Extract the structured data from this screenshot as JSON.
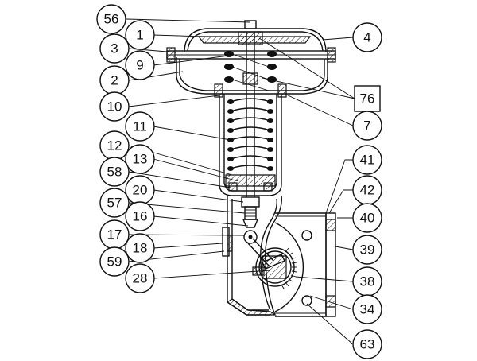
{
  "figure": {
    "callouts": [
      {
        "id": "56",
        "label": "56"
      },
      {
        "id": "1",
        "label": "1"
      },
      {
        "id": "3",
        "label": "3"
      },
      {
        "id": "9",
        "label": "9"
      },
      {
        "id": "2",
        "label": "2"
      },
      {
        "id": "10",
        "label": "10"
      },
      {
        "id": "11",
        "label": "11"
      },
      {
        "id": "12",
        "label": "12"
      },
      {
        "id": "13",
        "label": "13"
      },
      {
        "id": "58",
        "label": "58"
      },
      {
        "id": "20",
        "label": "20"
      },
      {
        "id": "57",
        "label": "57"
      },
      {
        "id": "16",
        "label": "16"
      },
      {
        "id": "17",
        "label": "17"
      },
      {
        "id": "18",
        "label": "18"
      },
      {
        "id": "59",
        "label": "59"
      },
      {
        "id": "28",
        "label": "28"
      },
      {
        "id": "4",
        "label": "4"
      },
      {
        "id": "76",
        "label": "76"
      },
      {
        "id": "7",
        "label": "7"
      },
      {
        "id": "41",
        "label": "41"
      },
      {
        "id": "42",
        "label": "42"
      },
      {
        "id": "40",
        "label": "40"
      },
      {
        "id": "39",
        "label": "39"
      },
      {
        "id": "38",
        "label": "38"
      },
      {
        "id": "34",
        "label": "34"
      },
      {
        "id": "63",
        "label": "63"
      }
    ]
  },
  "colors": {
    "line": "#111111",
    "background": "#ffffff"
  }
}
